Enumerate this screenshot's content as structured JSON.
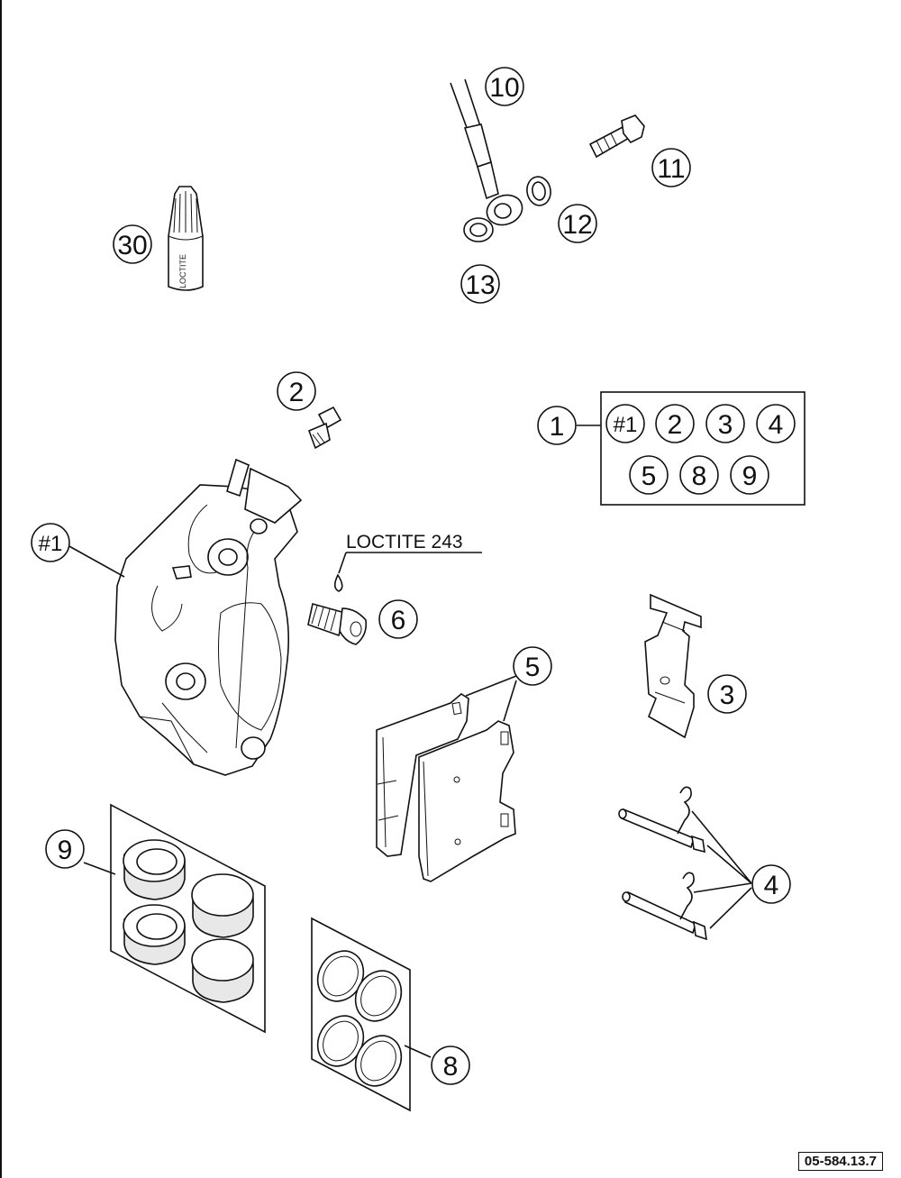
{
  "diagram": {
    "callouts": {
      "c1": "1",
      "c2": "2",
      "c3": "3",
      "c4": "4",
      "c5": "5",
      "c6": "6",
      "c8": "8",
      "c9": "9",
      "c10": "10",
      "c11": "11",
      "c12": "12",
      "c13": "13",
      "c30": "30",
      "housing": "#1"
    },
    "kit_box": {
      "items": [
        "#1",
        "2",
        "3",
        "4",
        "5",
        "8",
        "9"
      ]
    },
    "loctite_label": "LOCTITE 243",
    "tube_label": "LOCTITE",
    "reference_code": "05-584.13.7"
  }
}
